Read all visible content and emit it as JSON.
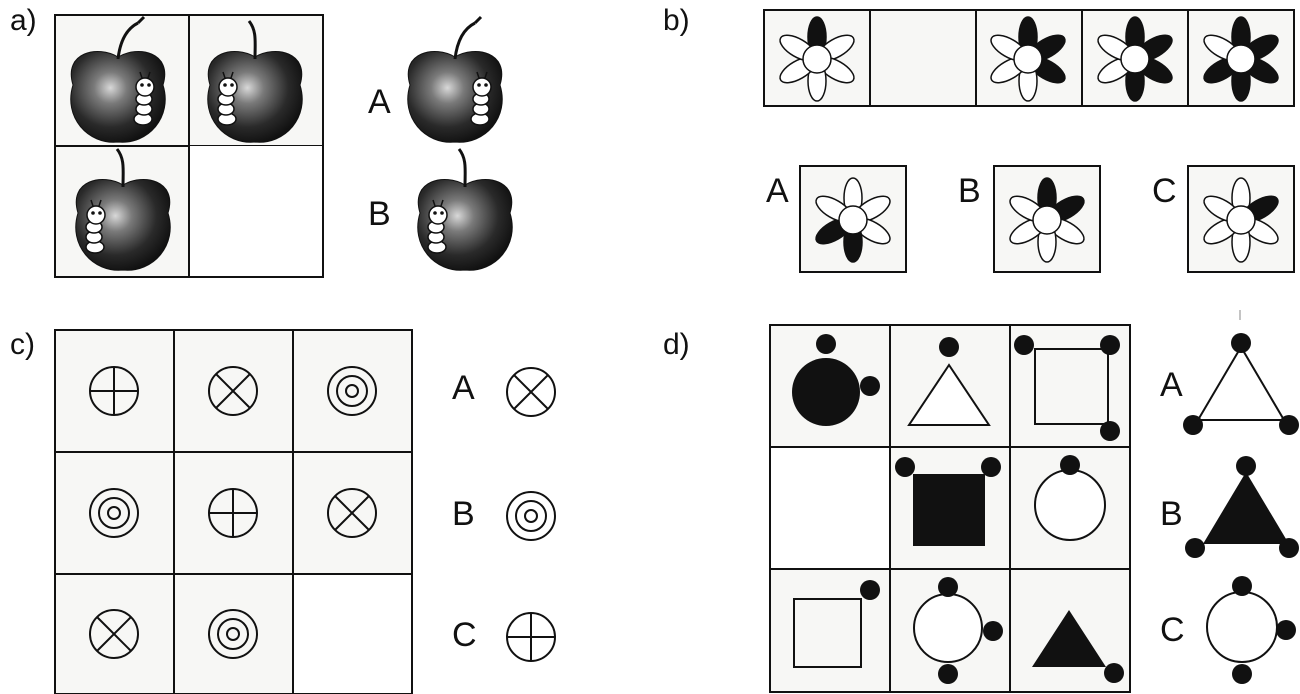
{
  "panels": {
    "a": {
      "label": "a)",
      "options": [
        "A",
        "B"
      ]
    },
    "b": {
      "label": "b)",
      "options": [
        "A",
        "B",
        "C"
      ]
    },
    "c": {
      "label": "c)",
      "options": [
        "A",
        "B",
        "C"
      ]
    },
    "d": {
      "label": "d)",
      "options": [
        "A",
        "B",
        "C"
      ]
    }
  },
  "colors": {
    "ink": "#111111",
    "paper": "#f7f7f5"
  },
  "icons": {
    "a": [
      "apple-worm-right-icon",
      "apple-worm-left-icon",
      "apple-worm-left-icon"
    ],
    "c": [
      "cross-circle-icon",
      "x-circle-icon",
      "concentric-circles-icon"
    ]
  }
}
